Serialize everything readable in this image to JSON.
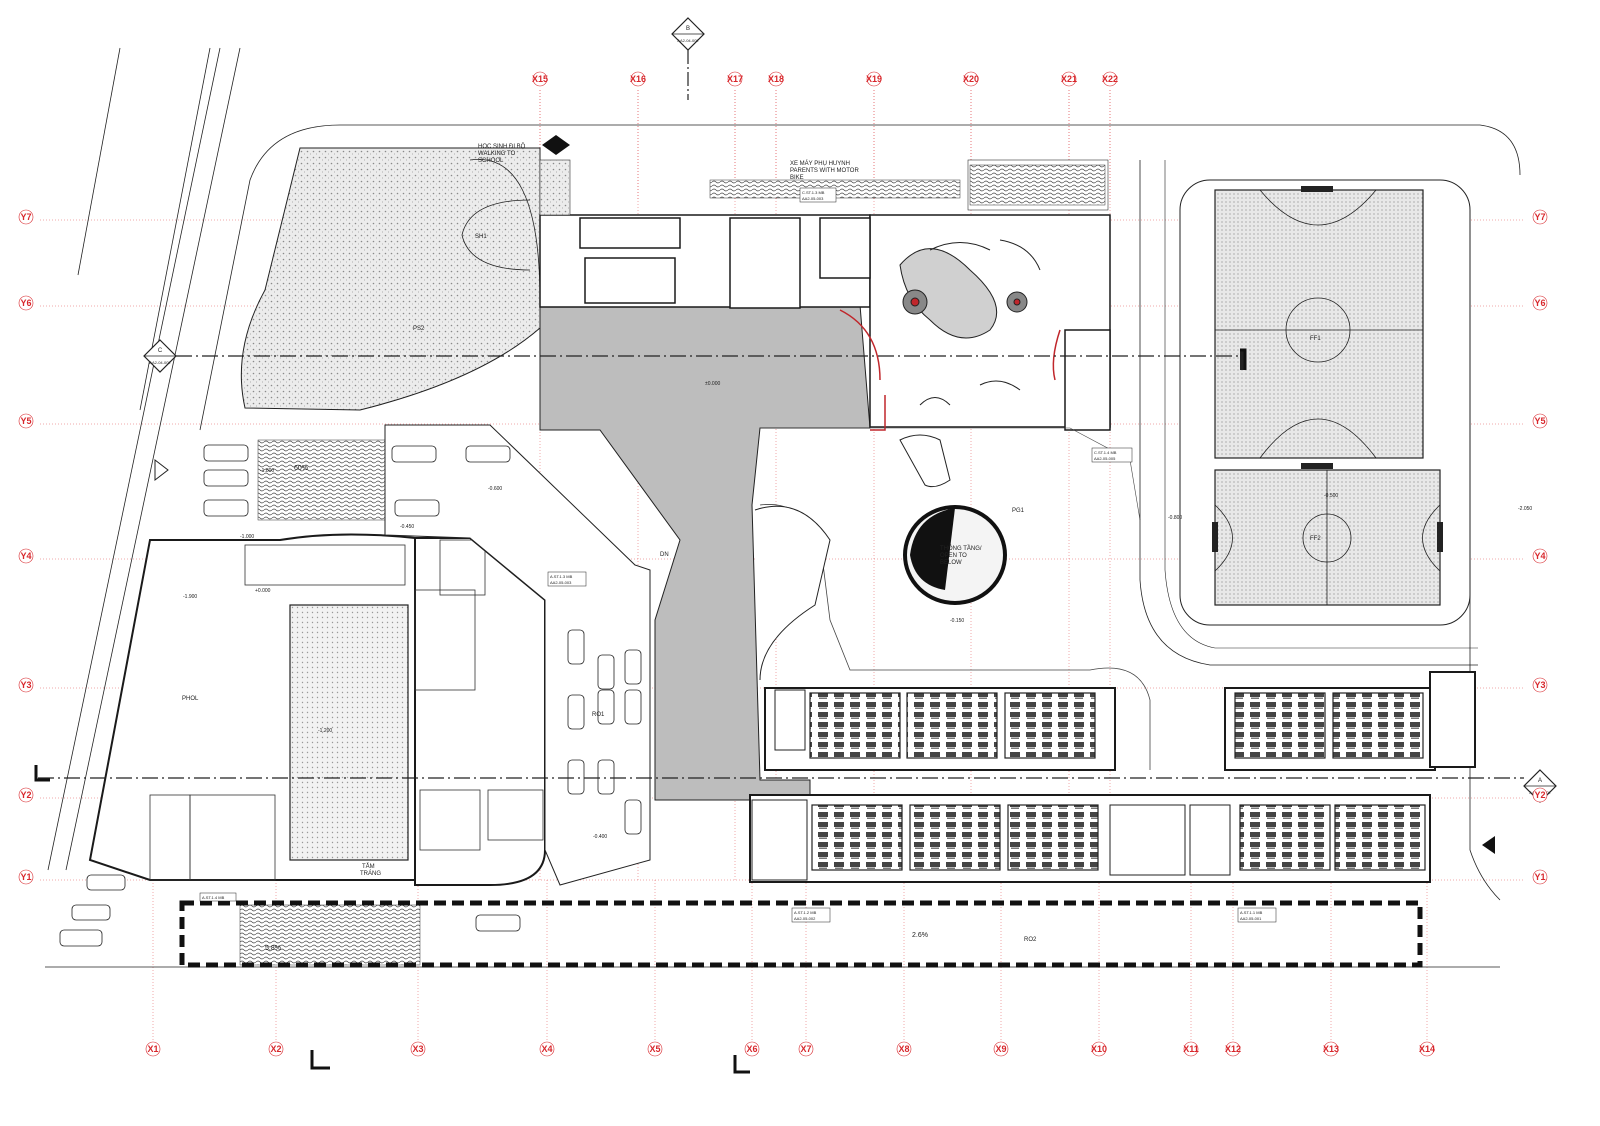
{
  "colors": {
    "grid": "#d8262b",
    "line": "#1a1a1a",
    "gray_fill": "#bdbdbd",
    "dot_fill": "#e3e3e3"
  },
  "grid": {
    "x": [
      "X1",
      "X2",
      "X3",
      "X4",
      "X5",
      "X6",
      "X7",
      "X8",
      "X9",
      "X10",
      "X11",
      "X12",
      "X13",
      "X14",
      "X15",
      "X16",
      "X17",
      "X18",
      "X19",
      "X20",
      "X21",
      "X22"
    ],
    "y": [
      "Y1",
      "Y2",
      "Y3",
      "Y4",
      "Y5",
      "Y6",
      "Y7"
    ]
  },
  "sections": {
    "a": {
      "letter": "A",
      "ref": "AA2-04-002"
    },
    "b": {
      "letter": "B",
      "ref": "AA2-04-002"
    },
    "c": {
      "letter": "C",
      "ref": "AA2-04-002"
    }
  },
  "labels": {
    "walk_vi": "HOC SINH ĐI BỘ",
    "walk_en1": "WALKING TO",
    "walk_en2": "SCHOOL",
    "moto_vi": "XE MÁY PHỤ HUYNH",
    "moto_en1": "PARENTS WITH MOTOR",
    "moto_en2": "BIKE",
    "void1": "THÔNG TẦNG/",
    "void2": "OPEN TO",
    "void3": "BELOW",
    "pool1": "TẮM",
    "pool2": "TRÁNG",
    "ps2": "PS2",
    "pg1": "PG1",
    "ro1": "RO1",
    "ro2": "RO2",
    "ff1": "FF1",
    "ff2": "FF2",
    "sh1": "SH1",
    "dn": "DN",
    "phol": "PHOL",
    "slope_60": "60%",
    "slope_58": "5,8%",
    "slope_26": "2.6%"
  },
  "levels": {
    "l1": "±0.000",
    "l2": "-0.600",
    "l3": "-0.450",
    "l4": "-1.900",
    "l5": "-0.150",
    "l6": "+0.000",
    "l7": "-1.200",
    "l8": "-1.000",
    "l9": "-2.050",
    "l10": "-1.800",
    "l11": "-0.800",
    "l12": "-0.400",
    "l13": "-0.500"
  },
  "tags": {
    "t1": "A.ST.1.3 MB",
    "t1r": "AA2-05-003",
    "t2": "A.ST.1.2 MB",
    "t2r": "AA2-05-002",
    "t3": "C.ST.1.4 MB",
    "t3r": "AA2-05-005",
    "t4": "A.ST.1.4 MB",
    "t5": "A.ST.1.1 MB",
    "t5r": "AA2-05-001",
    "t6": "C.ST.1.3 MB",
    "t6r": "AA2-05-003"
  }
}
